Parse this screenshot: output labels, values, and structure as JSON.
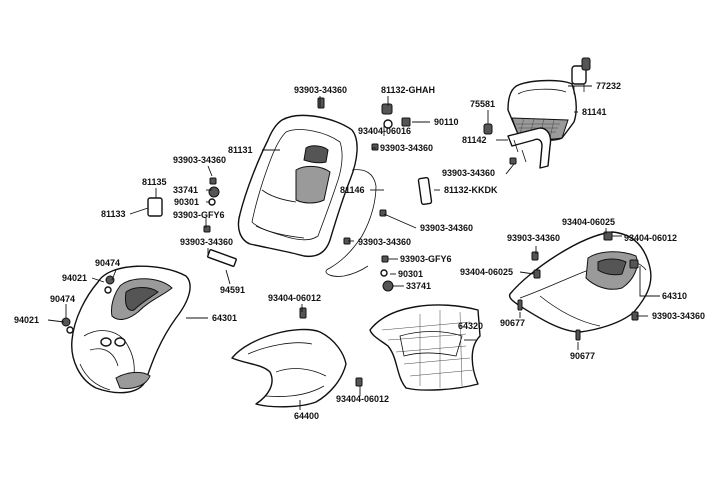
{
  "labels": {
    "l_93903_34360_a": "93903-34360",
    "l_81132_GHAH": "81132-GHAH",
    "l_77232": "77232",
    "l_75581": "75581",
    "l_81141": "81141",
    "l_90110": "90110",
    "l_81131": "81131",
    "l_93404_06016": "93404-06016",
    "l_93903_34360_b": "93903-34360",
    "l_81142": "81142",
    "l_93903_34360_c": "93903-34360",
    "l_81135": "81135",
    "l_93903_34360_d": "93903-34360",
    "l_33741_a": "33741",
    "l_90301_a": "90301",
    "l_81146": "81146",
    "l_81132_KKDK": "81132-KKDK",
    "l_81133": "81133",
    "l_93903_GFY6_a": "93903-GFY6",
    "l_93903_34360_e": "93903-34360",
    "l_93404_06025_a": "93404-06025",
    "l_93903_34360_f": "93903-34360",
    "l_93404_06012_a": "93404-06012",
    "l_93903_34360_g": "93903-34360",
    "l_93903_34360_h": "93903-34360",
    "l_93903_GFY6_b": "93903-GFY6",
    "l_90474_a": "90474",
    "l_90301_b": "90301",
    "l_94021_a": "94021",
    "l_33741_b": "33741",
    "l_93404_06025_b": "93404-06025",
    "l_94591": "94591",
    "l_64310": "64310",
    "l_90474_b": "90474",
    "l_93404_06012_b": "93404-06012",
    "l_94021_b": "94021",
    "l_64301": "64301",
    "l_64320": "64320",
    "l_90677_a": "90677",
    "l_93903_34360_i": "93903-34360",
    "l_90677_b": "90677",
    "l_93404_06012_c": "93404-06012",
    "l_64400": "64400"
  }
}
